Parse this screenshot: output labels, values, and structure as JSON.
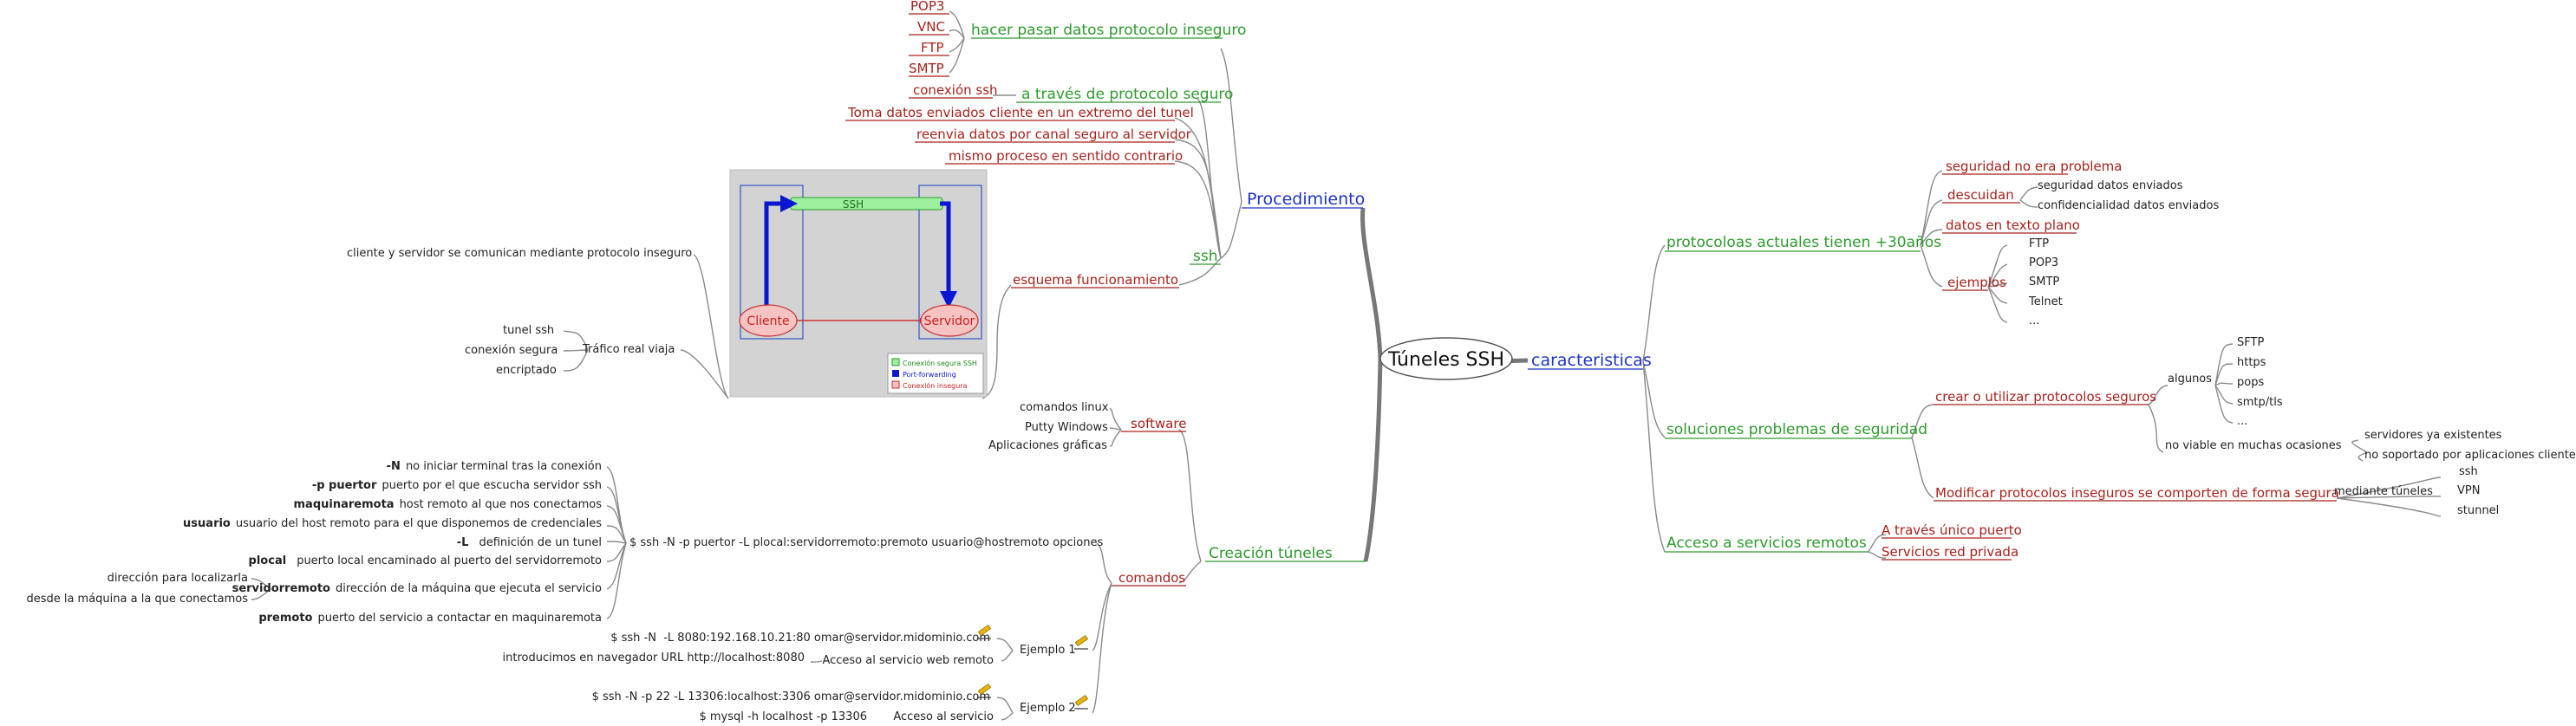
{
  "colors": {
    "branch_gray": "#8a8a8a",
    "text_red": "#a8211c",
    "text_green": "#2e9b2e",
    "text_blue": "#1f34c8",
    "text_black": "#222222",
    "diagram_bg": "#d3d3d3",
    "tunnel_green": "#9df09d",
    "arrow_blue": "#0a16d2",
    "node_pink": "#f6c2c2"
  },
  "icons": {
    "pencil": "pencil-icon"
  },
  "center": "Túneles SSH",
  "caracteristicas": {
    "label": "caracteristicas",
    "protocolos": {
      "label": "protocoloas actuales tienen +30años",
      "seguridad": "seguridad no era problema",
      "descuidan": "descuidan",
      "descuidan_items": [
        "seguridad datos enviados",
        "confidencialidad datos enviados"
      ],
      "datos": "datos en texto plano",
      "ejemplos": "ejemplos",
      "ejemplos_items": [
        "FTP",
        "POP3",
        "SMTP",
        "Telnet",
        "..."
      ]
    },
    "soluciones": {
      "label": "soluciones problemas de seguridad",
      "crear": "crear o utilizar protocolos seguros",
      "algunos": "algunos",
      "algunos_items": [
        "SFTP",
        "https",
        "pops",
        "smtp/tls",
        "..."
      ],
      "no_viable": "no viable en muchas ocasiones",
      "no_viable_items": [
        "servidores ya existentes",
        "no soportado por aplicaciones cliente"
      ],
      "modificar": "Modificar protocolos inseguros se comporten de forma segura",
      "mediante": "mediante túneles",
      "mediante_items": [
        "ssh",
        "VPN",
        "stunnel"
      ]
    },
    "acceso": {
      "label": "Acceso a servicios remotos",
      "items": [
        "A través único puerto",
        "Servicios red privada"
      ]
    }
  },
  "procedimiento": {
    "label": "Procedimiento",
    "hacer": {
      "label": "hacer pasar datos protocolo inseguro",
      "items": [
        "POP3",
        "VNC",
        "FTP",
        "SMTP"
      ]
    },
    "ssh": {
      "label": "ssh",
      "atraves": {
        "label": "a través de protocolo seguro",
        "items": [
          "conexión ssh"
        ]
      },
      "toma": "Toma datos enviados cliente en un extremo del tunel",
      "reenvia": "reenvia datos por canal seguro al servidor",
      "mismo": "mismo proceso en sentido contrario",
      "esquema": "esquema funcionamiento",
      "esquema_left": "cliente y servidor se comunican mediante protocolo inseguro",
      "trafico": "Tráfico real viaja",
      "trafico_items": [
        "tunel ssh",
        "conexión segura",
        "encriptado"
      ],
      "diagram": {
        "tunnel": "SSH",
        "cliente": "Cliente",
        "servidor": "Servidor",
        "legend": [
          "Conexión segura SSH",
          "Port-forwarding",
          "Conexión insegura"
        ]
      }
    }
  },
  "creacion": {
    "label": "Creación túneles",
    "software": {
      "label": "software",
      "items": [
        "comandos linux",
        "Putty Windows",
        "Aplicaciones gráficas"
      ]
    },
    "comandos": {
      "label": "comandos",
      "syntax": "$ ssh -N -p puertor -L plocal:servidorremoto:premoto usuario@hostremoto opciones",
      "params": [
        {
          "key": "-N",
          "desc": "no iniciar terminal tras la conexión"
        },
        {
          "key": "-p puertor",
          "desc": "puerto por el que escucha servidor ssh"
        },
        {
          "key": "maquinaremota",
          "desc": "host remoto al que nos conectamos"
        },
        {
          "key": "usuario",
          "desc": "usuario del host remoto para el que disponemos de credenciales"
        },
        {
          "key": "-L",
          "desc": "definición de un tunel"
        },
        {
          "key": "plocal",
          "desc": "puerto local encaminado al puerto del servidorremoto"
        },
        {
          "key": "servidorremoto",
          "desc": "dirección de la máquina que ejecuta el servicio"
        },
        {
          "key": "premoto",
          "desc": "puerto del servicio a contactar en maquinaremota"
        }
      ],
      "servidorremoto_items": [
        "dirección para localizarla",
        "desde la máquina a la que conectamos"
      ],
      "ejemplo1": {
        "label": "Ejemplo 1",
        "cmd": "$ ssh -N  -L 8080:192.168.10.21:80 omar@servidor.midominio.com",
        "acceso": "Acceso al servicio web remoto",
        "nav": "introducimos en navegador URL http://localhost:8080"
      },
      "ejemplo2": {
        "label": "Ejemplo 2",
        "cmd": "$ ssh -N -p 22 -L 13306:localhost:3306 omar@servidor.midominio.com",
        "acceso": "Acceso al servicio",
        "mysql": "$ mysql -h localhost -p 13306"
      }
    }
  }
}
